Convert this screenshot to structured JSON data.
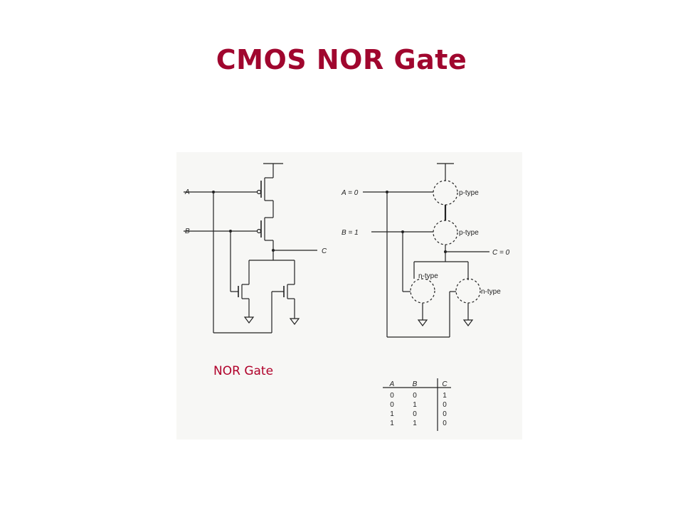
{
  "slide": {
    "title": "CMOS NOR Gate",
    "caption": "NOR Gate"
  },
  "left_circuit": {
    "input_a": "A",
    "input_b": "B",
    "output": "C"
  },
  "right_circuit": {
    "input_a": "A = 0",
    "input_b": "B = 1",
    "output": "C = 0",
    "ptype_top": "p-type",
    "ptype_bottom": "p-type",
    "ntype_left": "n-type",
    "ntype_right": "n-type"
  },
  "truth_table": {
    "headers": [
      "A",
      "B",
      "C"
    ],
    "rows": [
      [
        "0",
        "0",
        "1"
      ],
      [
        "0",
        "1",
        "0"
      ],
      [
        "1",
        "0",
        "0"
      ],
      [
        "1",
        "1",
        "0"
      ]
    ]
  },
  "colors": {
    "title": "#a0062e",
    "caption": "#b0002a",
    "wire": "#222222",
    "panel": "#f7f7f5"
  }
}
